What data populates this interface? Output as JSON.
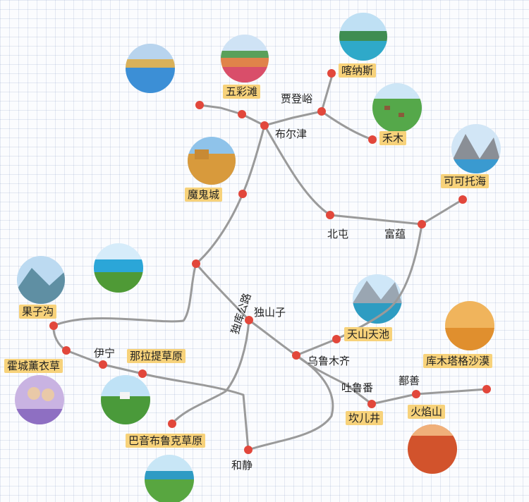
{
  "places": {
    "wucaitan": "五彩滩",
    "jiadengyu": "贾登峪",
    "kanasi": "喀纳斯",
    "buerjin": "布尔津",
    "hemu": "禾木",
    "keketuohai": "可可托海",
    "moguicheng": "魔鬼城",
    "beitun": "北屯",
    "fuyun": "富蕴",
    "guozigou": "果子沟",
    "dushanzi": "独山子",
    "tianshan_tianchi": "天山天池",
    "yining": "伊宁",
    "nalati": "那拉提草原",
    "huocheng": "霍城薰衣草",
    "wulumuqi": "乌鲁木齐",
    "kumutag": "库木塔格沙漠",
    "tulufan": "吐鲁番",
    "shanshan": "鄯善",
    "karez": "坎儿井",
    "huoyanshan": "火焰山",
    "bayinbuluke": "巴音布鲁克草原",
    "hejing": "和静"
  },
  "road_name": "独库公路",
  "colors": {
    "route": "#9a9a9a",
    "node": "#e2473b",
    "highlight": "#f7d27a"
  }
}
